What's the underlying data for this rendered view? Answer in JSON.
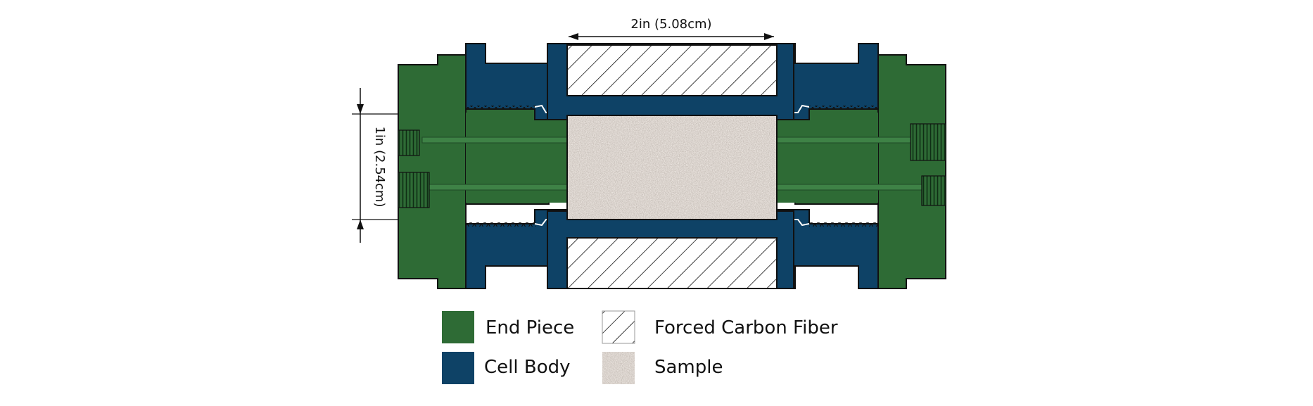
{
  "dimensions": {
    "width_label": "2in (5.08cm)",
    "height_label": "1in (2.54cm)"
  },
  "legend": [
    {
      "label": "End Piece",
      "swatch": "end-piece"
    },
    {
      "label": "Cell Body",
      "swatch": "cell-body"
    },
    {
      "label": "Forced Carbon Fiber",
      "swatch": "carbon-fiber"
    },
    {
      "label": "Sample",
      "swatch": "sample"
    }
  ],
  "colors": {
    "end_piece": "#2e6b35",
    "cell_body": "#0e4266",
    "outline": "#111111",
    "sample_base": "#b3a391"
  }
}
